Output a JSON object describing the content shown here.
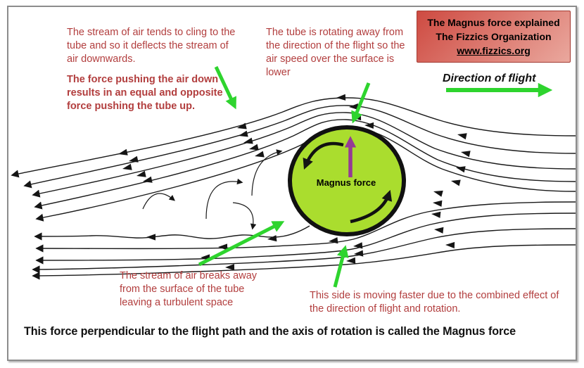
{
  "header_box": {
    "title": "The Magnus force explained",
    "org": "The Fizzics Organization",
    "url": "www.fizzics.org"
  },
  "direction_label": "Direction of flight",
  "annotations": {
    "cling": "The stream of air tends to cling to the tube and so it deflects the stream of air downwards.",
    "force_up": "The force pushing the air down results in an equal and opposite force pushing the tube up.",
    "rotating": "The tube is rotating away from the direction of the flight so the air speed over the surface is lower",
    "breaks_away": "The stream of air breaks away from the surface of the tube leaving a turbulent space",
    "faster_side": "This side is moving faster due to the combined effect of the direction of flight and rotation."
  },
  "magnus_label": "Magnus force",
  "caption": "This force perpendicular to the flight path and the axis of rotation is called the Magnus force",
  "colors": {
    "red_text": "#b23e3e",
    "green": "#2ed42e",
    "purple": "#953a95",
    "tube_fill": "#aadd2e",
    "box_top": "#ce4a41",
    "box_bottom": "#eaa89e",
    "line": "#1a1a1a"
  }
}
